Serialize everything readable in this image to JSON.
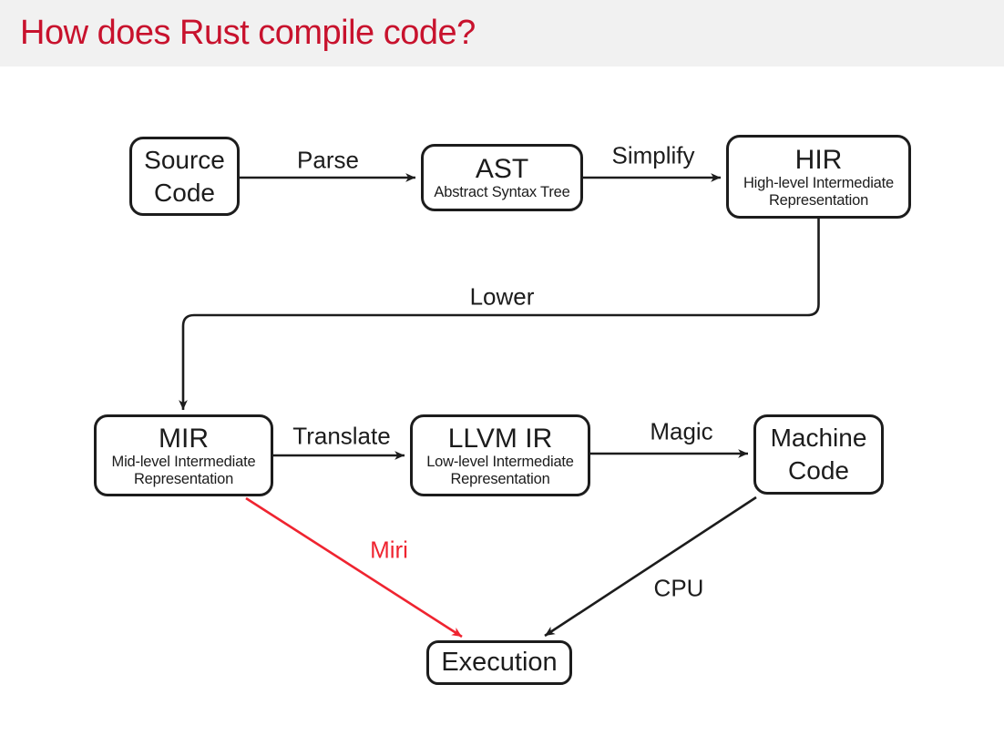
{
  "header": {
    "title": "How does Rust compile code?"
  },
  "colors": {
    "title_red": "#c8122d",
    "accent_red": "#ef2430",
    "ink": "#1c1c1c",
    "header_bg": "#f1f1f1"
  },
  "nodes": {
    "source": {
      "line1": "Source",
      "line2": "Code"
    },
    "ast": {
      "title": "AST",
      "subtitle": "Abstract Syntax Tree"
    },
    "hir": {
      "title": "HIR",
      "subtitle": "High-level Intermediate Representation"
    },
    "mir": {
      "title": "MIR",
      "subtitle": "Mid-level Intermediate Representation"
    },
    "llvm": {
      "title": "LLVM IR",
      "subtitle": "Low-level Intermediate Representation"
    },
    "machine": {
      "line1": "Machine",
      "line2": "Code"
    },
    "execution": {
      "title": "Execution"
    }
  },
  "edges": {
    "parse": "Parse",
    "simplify": "Simplify",
    "lower": "Lower",
    "translate": "Translate",
    "magic": "Magic",
    "miri": "Miri",
    "cpu": "CPU"
  }
}
